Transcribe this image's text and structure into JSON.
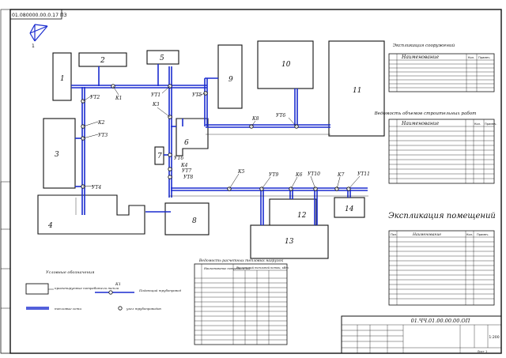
{
  "stamp_code": "01.080000.00.0.17 ПЗ",
  "buildings": [
    {
      "id": "b1",
      "label": "1"
    },
    {
      "id": "b2",
      "label": "2"
    },
    {
      "id": "b3",
      "label": "3"
    },
    {
      "id": "b4",
      "label": "4"
    },
    {
      "id": "b5",
      "label": "5"
    },
    {
      "id": "b6",
      "label": "6"
    },
    {
      "id": "b7",
      "label": "7"
    },
    {
      "id": "b8",
      "label": "8"
    },
    {
      "id": "b9",
      "label": "9"
    },
    {
      "id": "b10",
      "label": "10"
    },
    {
      "id": "b11",
      "label": "11"
    },
    {
      "id": "b12",
      "label": "12"
    },
    {
      "id": "b13",
      "label": "13"
    },
    {
      "id": "b14",
      "label": "14"
    }
  ],
  "nodes": [
    {
      "id": "k1",
      "label": "К1"
    },
    {
      "id": "ut1",
      "label": "УТ1"
    },
    {
      "id": "ut2",
      "label": "УТ2"
    },
    {
      "id": "k2",
      "label": "К2"
    },
    {
      "id": "ut3",
      "label": "УТ3"
    },
    {
      "id": "ut4",
      "label": "УТ4"
    },
    {
      "id": "k3",
      "label": "К3"
    },
    {
      "id": "ut5",
      "label": "УТ5"
    },
    {
      "id": "k4",
      "label": "К4"
    },
    {
      "id": "ut6",
      "label": "УТ6"
    },
    {
      "id": "k5",
      "label": "К5"
    },
    {
      "id": "ut7",
      "label": "УТ7"
    },
    {
      "id": "ut8",
      "label": "УТ8"
    },
    {
      "id": "k8",
      "label": "К8"
    },
    {
      "id": "ut9",
      "label": "УТ9"
    },
    {
      "id": "k6",
      "label": "К6"
    },
    {
      "id": "ut10",
      "label": "УТ10"
    },
    {
      "id": "k7",
      "label": "К7"
    },
    {
      "id": "ut11",
      "label": "УТ11"
    },
    {
      "id": "ut76",
      "label": "УТ6"
    }
  ],
  "legend": {
    "title": "Условные обозначения",
    "items": [
      "проектируемые потребители тепла",
      "тепловые сети",
      "Подающий трубопровод",
      "узел трубопроводов"
    ],
    "node_mark": "К1"
  },
  "tables": {
    "top": {
      "title": "Экспликация сооружений",
      "col_name": "Наименование",
      "col_qty": "Кол.",
      "col_note": "Примеч.",
      "rows": 8
    },
    "mid": {
      "title": "Ведомость объемов строительных работ",
      "col_name": "Наименование",
      "col_qty": "Кол.",
      "col_note": "Примеч.",
      "rows": 11
    },
    "expl": {
      "title": "Экспликация помещений",
      "col_num": "Поз.",
      "col_name": "Наименование",
      "col_qty": "Кол.",
      "col_note": "Примеч.",
      "rows": 14
    },
    "loads": {
      "title": "Ведомость расчетных тепловых нагрузок",
      "col_name": "Наименование потребителей",
      "col_group": "Расчетный тепловой поток, кВт",
      "rows": 14
    }
  },
  "title_block": {
    "code": "01.ЧЧ.01.00.00.00.ОП",
    "scale": "1:200",
    "sheet": "Лист 1"
  }
}
